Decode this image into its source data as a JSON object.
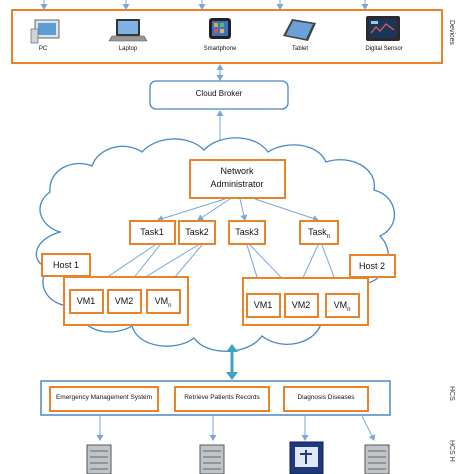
{
  "devices": {
    "items": [
      {
        "label": "PC",
        "icon": "pc-icon"
      },
      {
        "label": "Laptop",
        "icon": "laptop-icon"
      },
      {
        "label": "Smartphone",
        "icon": "smartphone-icon"
      },
      {
        "label": "Tablet",
        "icon": "tablet-icon"
      },
      {
        "label": "Digital Sensor",
        "icon": "digital-sensor-icon"
      }
    ],
    "side_label": "Devices"
  },
  "cloud_broker": "Cloud Broker",
  "network_admin": {
    "line1": "Network",
    "line2": "Administrator"
  },
  "tasks": [
    "Task1",
    "Task2",
    "Task3"
  ],
  "task_n": {
    "base": "Task",
    "sub": "n"
  },
  "hosts": [
    {
      "label": "Host 1",
      "vms": [
        "VM1",
        "VM2"
      ],
      "vm_n": {
        "base": "VM",
        "sub": "n"
      }
    },
    {
      "label": "Host 2",
      "vms": [
        "VM1",
        "VM2"
      ],
      "vm_n": {
        "base": "VM",
        "sub": "n"
      }
    }
  ],
  "hcs": {
    "services": [
      "Emergency Management System",
      "Retrieve Patients Records",
      "Diagnosis Diseases"
    ],
    "side_label": "HCS",
    "side_label_2": "HCS H"
  },
  "colors": {
    "orange": "#e8832a",
    "blue": "#4a86c5",
    "arrow": "#7aa6d8",
    "teal": "#3fa3c2"
  }
}
